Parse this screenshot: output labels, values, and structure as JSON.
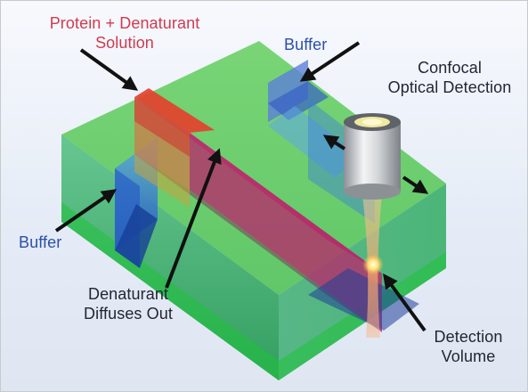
{
  "labels": {
    "protein_denaturant_solution_line1": "Protein + Denaturant",
    "protein_denaturant_solution_line2": "Solution",
    "buffer_top": "Buffer",
    "buffer_left": "Buffer",
    "confocal_line1": "Confocal",
    "confocal_line2": "Optical Detection",
    "denaturant_diffuses_line1": "Denaturant",
    "denaturant_diffuses_line2": "Diffuses Out",
    "detection_volume_line1": "Detection",
    "detection_volume_line2": "Volume"
  },
  "colors": {
    "label_red": "#d13a4f",
    "label_blue": "#2c4fa8",
    "label_dark": "#222631",
    "block_green": "#3fbf5a",
    "channel_magenta": "#c0306a",
    "buffer_channel_blue": "#3d7fd6",
    "inlet_red": "#e3412c",
    "lens_silver": "#c8ccd0",
    "beam_orange": "#f4a36a"
  },
  "icons": [
    "arrow-icon",
    "objective-lens-icon",
    "laser-beam-icon",
    "detection-spot-icon"
  ]
}
